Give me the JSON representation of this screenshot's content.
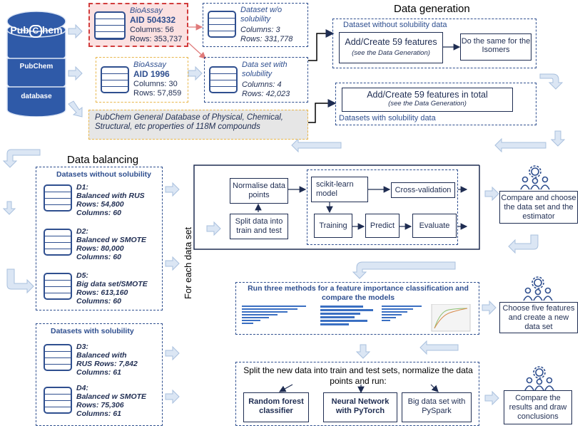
{
  "pubchem": {
    "logo_left": "Pub",
    "logo_c": "C",
    "logo_right": "hem",
    "db_line1": "PubChem",
    "db_line2": "database"
  },
  "aid504332": {
    "label": "BioAssay",
    "aid": "AID 504332",
    "columns": "Columns: 56",
    "rows": "Rows: 353,737"
  },
  "aid1996": {
    "label": "BioAssay",
    "aid": "AID 1996",
    "columns": "Columns: 30",
    "rows": "Rows: 57,859"
  },
  "general_db": {
    "text": "PubChem General Database of Physical, Chemical, Structural, etc properties of  118M compounds"
  },
  "ds_wo": {
    "title": "Dataset w/o solubility",
    "columns": "Columns: 3",
    "rows": "Rows: 331,778"
  },
  "ds_with": {
    "title": "Data set with solubility",
    "columns": "Columns: 4",
    "rows": "Rows: 42,023"
  },
  "datagen": {
    "title": "Data generation",
    "wo_label": "Dataset without solubility data",
    "add59": "Add/Create 59 features",
    "add59_note": "(see the Data Generation)",
    "isomers": "Do the same for the Isomers",
    "add59_total": "Add/Create 59 features in total",
    "add59_total_note": "(see the Data Generation)",
    "with_label": "Datasets with solubility data"
  },
  "balancing": {
    "title": "Data balancing",
    "wo_header": "Datasets without solubility",
    "d1": {
      "name": "D1:",
      "desc": "Balanced with RUS",
      "rows": "Rows: 54,800",
      "cols": "Columns: 60"
    },
    "d2": {
      "name": "D2:",
      "desc": "Balanced w SMOTE",
      "rows": "Rows: 80,000",
      "cols": "Columns: 60"
    },
    "d5": {
      "name": "D5:",
      "desc": "Big data set/SMOTE",
      "rows": "Rows: 613,160",
      "cols": "Columns: 60"
    },
    "with_header": "Datasets with solubility",
    "d3": {
      "name": "D3:",
      "desc": "Balanced with",
      "rows": "RUS Rows: 7,842",
      "cols": "Columns: 61"
    },
    "d4": {
      "name": "D4:",
      "desc": "Balanced w SMOTE",
      "rows": "Rows: 75,306",
      "cols": "Columns: 61"
    }
  },
  "pipeline": {
    "for_each": "For each data set",
    "normalise": "Normalise data points",
    "split": "Split data into train and test",
    "sklearn": "scikit-learn model",
    "cv": "Cross-validation",
    "training": "Training",
    "predict": "Predict",
    "evaluate": "Evaluate",
    "compare_choose": "Compare and choose the data set and the estimator",
    "fi_title": "Run three methods for a feature importance classification and compare the models",
    "choose_five": "Choose five features and create a new data set",
    "final_text": "Split the new data into train and test sets, normalize the data points and run:",
    "rf": "Random forest classifier",
    "nn": "Neural Network with PyTorch",
    "spark": "Big data set with PySpark",
    "compare_results": "Compare the results and draw conclusions"
  }
}
